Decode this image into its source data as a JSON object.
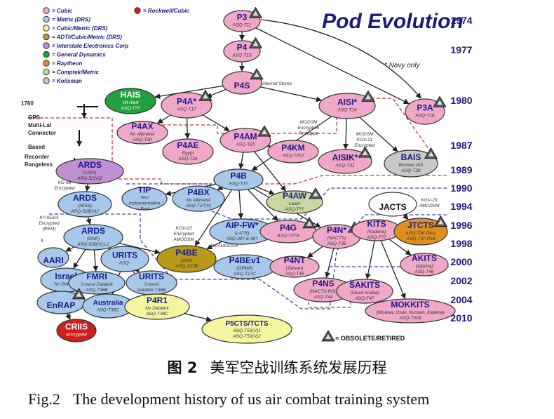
{
  "title": "Pod Evolution",
  "navy_note": "* Navy only",
  "legend": [
    {
      "label": "= Cubic",
      "color": "#f0a8c8"
    },
    {
      "label": "= Metric (DRS)",
      "color": "#a8c8ea"
    },
    {
      "label": "= Cubic/Metric (DRS)",
      "color": "#f5f5a0"
    },
    {
      "label": "= ADTI/Cubic/Metric (DRS)",
      "color": "#b89a1a"
    },
    {
      "label": "= Interstate Electronics Corp",
      "color": "#c090d0"
    },
    {
      "label": "= General Dynamics",
      "color": "#22a040"
    },
    {
      "label": "= Raytheon",
      "color": "#e09020"
    },
    {
      "label": "= Comptek/Metric",
      "color": "#c8d8a0"
    },
    {
      "label": "= Koilsman",
      "color": "#c8c8c8"
    }
  ],
  "legend_rockwell": {
    "label": "= Rockwell/Cubic",
    "color": "#cc2020"
  },
  "obsolete_label": "= OBSOLETE/RETIRED",
  "years": [
    "1974",
    "1977",
    "1980",
    "1987",
    "1989",
    "1990",
    "1994",
    "1996",
    "1998",
    "2000",
    "2002",
    "2004",
    "2010"
  ],
  "side_labels": [
    "1760",
    "GPS -",
    "Multi-Lat",
    "Connector",
    "Based",
    "Recorder",
    "Rangeless"
  ],
  "annotations": [
    "Internal Stores",
    "MODSM",
    "Encryption",
    "Prototype",
    "MODSM",
    "KGV-21",
    "Encrypted",
    "KG-66",
    "Encrypted",
    "KY-953/A",
    "Encrypted",
    "(REM)",
    "KGV-23",
    "Encrypted",
    "AMODSM",
    "No AMODSM",
    "KGV-23",
    "AMODSM"
  ],
  "nodes": [
    {
      "name": "P3",
      "sub": [
        "ASQ-T11"
      ],
      "fill": "#f0a8c8",
      "obs": true
    },
    {
      "name": "P4",
      "sub": [
        "ASQ-T13"
      ],
      "fill": "#f0a8c8",
      "obs": true
    },
    {
      "name": "P4S",
      "sub": [],
      "fill": "#f0a8c8",
      "obs": true
    },
    {
      "name": "HAIS",
      "sub": [
        "Hit Alert",
        "ASQ-T??"
      ],
      "fill": "#22a040",
      "obs": false
    },
    {
      "name": "P4A*",
      "sub": [
        "ASQ-T17"
      ],
      "fill": "#f0a8c8",
      "obs": true
    },
    {
      "name": "AISI*",
      "sub": [
        "ASQ-T16"
      ],
      "fill": "#f0a8c8",
      "obs": true
    },
    {
      "name": "P3A",
      "sub": [
        "ASQ-T19"
      ],
      "fill": "#f0a8c8",
      "obs": true
    },
    {
      "name": "P4AX",
      "sub": [
        "No Altimeter",
        "ASQ-T20"
      ],
      "fill": "#f0a8c8",
      "obs": false
    },
    {
      "name": "P4AE",
      "sub": [
        "Egypt",
        "ASQ-T26"
      ],
      "fill": "#f0a8c8",
      "obs": false
    },
    {
      "name": "P4AM",
      "sub": [
        "ASQ-T25"
      ],
      "fill": "#f0a8c8",
      "obs": true
    },
    {
      "name": "P4KM",
      "sub": [
        "ASQ-T25J"
      ],
      "fill": "#f0a8c8",
      "obs": false
    },
    {
      "name": "AISIK*",
      "sub": [
        "ASQ-T31"
      ],
      "fill": "#f0a8c8",
      "obs": true
    },
    {
      "name": "BAIS",
      "sub": [
        "Bomber AIS",
        "ASQ-T28"
      ],
      "fill": "#c8c8c8",
      "obs": true
    },
    {
      "name": "ARDS",
      "sub": [
        "(LRIP)",
        "ARQ-52(V)2"
      ],
      "fill": "#c090d0",
      "obs": false
    },
    {
      "name": "P4B",
      "sub": [
        "ASQ-T27"
      ],
      "fill": "#a8c8ea",
      "obs": false
    },
    {
      "name": "TIP",
      "sub": [
        "Test",
        "Instrumentation",
        "Pod"
      ],
      "fill": "#a8c8ea",
      "obs": false
    },
    {
      "name": "P4BX",
      "sub": [
        "No Altimeter",
        "ASQ-T27(V)"
      ],
      "fill": "#a8c8ea",
      "obs": false
    },
    {
      "name": "P4AW",
      "sub": [
        "Laser",
        "ASQ-T??"
      ],
      "fill": "#c8d8a0",
      "obs": true
    },
    {
      "name": "ARDS",
      "sub": [
        "(HDIS)",
        "ARQ-52B(V)2"
      ],
      "fill": "#a8c8ea",
      "obs": false
    },
    {
      "name": "JACTS",
      "sub": [],
      "fill": "#ffffff",
      "obs": false
    },
    {
      "name": "ARDS",
      "sub": [
        "(GNP)",
        "ARQ-52B(V)1,2"
      ],
      "fill": "#a8c8ea",
      "obs": false
    },
    {
      "name": "AIP-FW*",
      "sub": [
        "(LATR)",
        "ASQ-39? & 40?"
      ],
      "fill": "#a8c8ea",
      "obs": false
    },
    {
      "name": "P4G",
      "sub": [
        "ASQ-T27A"
      ],
      "fill": "#f0a8c8",
      "obs": true
    },
    {
      "name": "P4N*",
      "sub": [
        "(NACTS)",
        "ASQ-T35"
      ],
      "fill": "#f0a8c8",
      "obs": true
    },
    {
      "name": "KITS",
      "sub": [
        "(Kadena)",
        "ASQ-T??"
      ],
      "fill": "#f0a8c8",
      "obs": false
    },
    {
      "name": "JTCTS",
      "sub": [
        "ASQ-T36 Pass",
        "ASQ-T37 Pod"
      ],
      "fill": "#e09020",
      "obs": true
    },
    {
      "name": "P4BE",
      "sub": [
        "(AMI)",
        "ASQ-T27B"
      ],
      "fill": "#b89a1a",
      "obs": false
    },
    {
      "name": "AARI",
      "sub": [],
      "fill": "#a8c8ea",
      "obs": false
    },
    {
      "name": "URITS",
      "sub": [
        "ASQ-"
      ],
      "fill": "#a8c8ea",
      "obs": false
    },
    {
      "name": "P4BEv1",
      "sub": [
        "(GPMP)",
        "ASQ-T27C"
      ],
      "fill": "#a8c8ea",
      "obs": false
    },
    {
      "name": "P4NT",
      "sub": [
        "(Taiwan)",
        "ASQ-T45"
      ],
      "fill": "#f0a8c8",
      "obs": false
    },
    {
      "name": "AKITS",
      "sub": [
        "(Alpena)",
        "ASQ-T46"
      ],
      "fill": "#f0a8c8",
      "obs": false
    },
    {
      "name": "Israel",
      "sub": [
        "No Datalink"
      ],
      "fill": "#a8c8ea",
      "obs": false
    },
    {
      "name": "FMRI",
      "sub": [
        "S-band Datalink",
        "ASQ-T38B"
      ],
      "fill": "#a8c8ea",
      "obs": false
    },
    {
      "name": "URITS",
      "sub": [
        "S-band",
        "Datalink T38B"
      ],
      "fill": "#a8c8ea",
      "obs": false
    },
    {
      "name": "P4NS",
      "sub": [
        "(NACTS-RSI)",
        "ASQ-T44"
      ],
      "fill": "#f0a8c8",
      "obs": false
    },
    {
      "name": "SAKITS",
      "sub": [
        "(Saudi Arabia)",
        "ASQ-T47"
      ],
      "fill": "#f0a8c8",
      "obs": false
    },
    {
      "name": "EnRAP",
      "sub": [],
      "fill": "#a8c8ea",
      "obs": true
    },
    {
      "name": "Australia",
      "sub": [
        "ASQ-T38C"
      ],
      "fill": "#a8c8ea",
      "obs": false
    },
    {
      "name": "P4R1",
      "sub": [
        "No Datalink",
        "ASQ-T38C"
      ],
      "fill": "#f5f5a0",
      "obs": false
    },
    {
      "name": "MOKKITS",
      "sub": [
        "(Misawa, Osan, Kunsan, Kadena)",
        "ASQ-T503"
      ],
      "fill": "#f0a8c8",
      "obs": false
    },
    {
      "name": "P5CTS/TCTS",
      "sub": [
        "ASQ-T50(V)1",
        "ASQ-T50(V)2"
      ],
      "fill": "#f5f5a0",
      "obs": false
    },
    {
      "name": "CRIIS",
      "sub": [
        "Encrypted"
      ],
      "fill": "#cc2020",
      "obs": false
    }
  ],
  "caption_zh_label": "图 2",
  "caption_zh": "美军空战训练系统发展历程",
  "caption_en_label": "Fig.2",
  "caption_en": "The development history of us air combat training system"
}
